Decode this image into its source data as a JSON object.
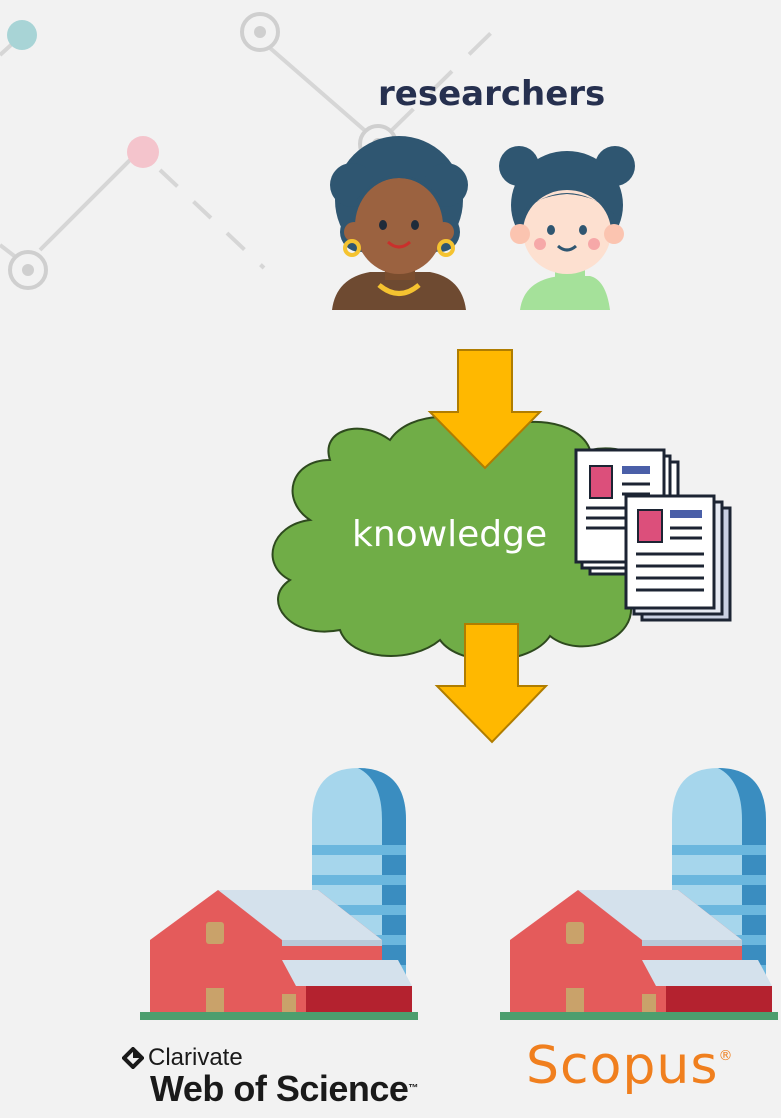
{
  "researchers_label": "researchers",
  "knowledge_label": "knowledge",
  "wos_logo": {
    "brand": "Clarivate",
    "product": "Web of Science",
    "mark": "™"
  },
  "scopus_logo": {
    "name": "Scopus",
    "mark": "®"
  },
  "icons": [
    "researcher-woman-curly-icon",
    "researcher-girl-buns-icon",
    "documents-icon",
    "barn-silo-icon"
  ],
  "colors": {
    "background": "#f2f2f2",
    "arrow": "#ffb800",
    "arrow_outline": "#b07d00",
    "cloud": "#70ad47",
    "cloud_outline": "#2e4a1e",
    "label_dark": "#26304f",
    "scopus_orange": "#f07f1e"
  }
}
